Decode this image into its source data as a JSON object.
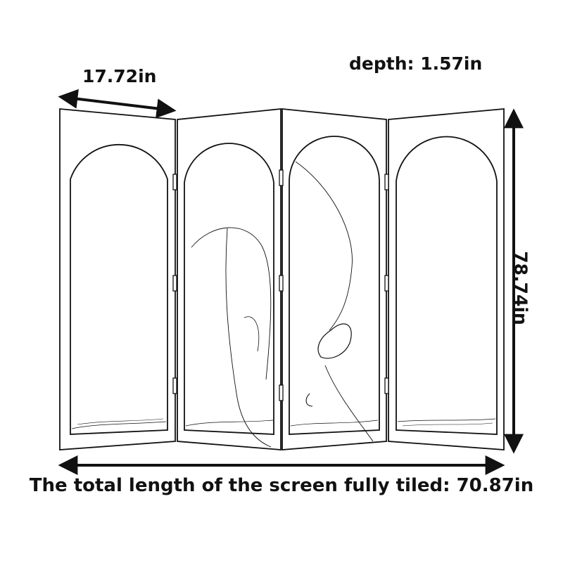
{
  "dimensions": {
    "panel_width": "17.72in",
    "depth": "depth: 1.57in",
    "height": "78.74in",
    "total_length": "The total length of the screen fully tiled: 70.87in"
  },
  "screen": {
    "panel_count": 4
  },
  "colors": {
    "line": "#111111",
    "background": "#ffffff"
  }
}
